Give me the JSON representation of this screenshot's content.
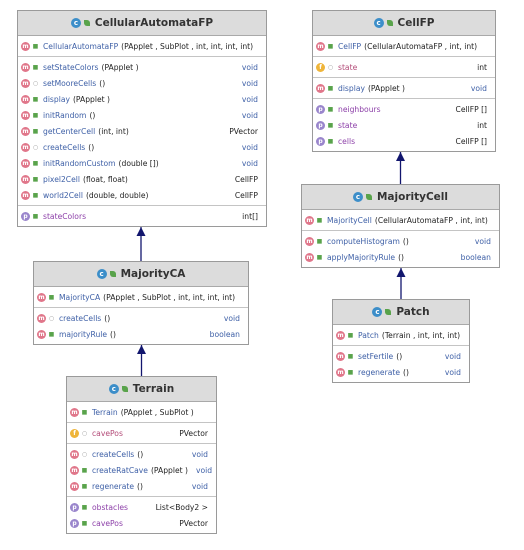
{
  "diagram": {
    "classes": [
      {
        "id": "CellularAutomataFP",
        "name": "CellularAutomataFP",
        "sections": [
          [
            {
              "kind": "m",
              "vis": "public",
              "name": "CellularAutomataFP",
              "params": "(PApplet , SubPlot , int, int, int, int)",
              "type": ""
            }
          ],
          [
            {
              "kind": "m",
              "vis": "public",
              "name": "setStateColors",
              "params": "(PApplet )",
              "type": "void"
            },
            {
              "kind": "m",
              "vis": "package",
              "name": "setMooreCells",
              "params": "()",
              "type": "void"
            },
            {
              "kind": "m",
              "vis": "public",
              "name": "display",
              "params": "(PApplet )",
              "type": "void"
            },
            {
              "kind": "m",
              "vis": "public",
              "name": "initRandom",
              "params": "()",
              "type": "void"
            },
            {
              "kind": "m",
              "vis": "public",
              "name": "getCenterCell",
              "params": "(int, int)",
              "type": "PVector"
            },
            {
              "kind": "m",
              "vis": "package",
              "name": "createCells",
              "params": "()",
              "type": "void"
            },
            {
              "kind": "m",
              "vis": "public",
              "name": "initRandomCustom",
              "params": "(double [])",
              "type": "void"
            },
            {
              "kind": "m",
              "vis": "public",
              "name": "pixel2Cell",
              "params": "(float, float)",
              "type": "CellFP"
            },
            {
              "kind": "m",
              "vis": "public",
              "name": "world2Cell",
              "params": "(double, double)",
              "type": "CellFP"
            }
          ],
          [
            {
              "kind": "p",
              "vis": "public",
              "name": "stateColors",
              "params": "",
              "type": "int[]"
            }
          ]
        ]
      },
      {
        "id": "CellFP",
        "name": "CellFP",
        "sections": [
          [
            {
              "kind": "m",
              "vis": "public",
              "name": "CellFP",
              "params": "(CellularAutomataFP , int, int)",
              "type": ""
            }
          ],
          [
            {
              "kind": "f",
              "vis": "package",
              "name": "state",
              "params": "",
              "type": "int"
            }
          ],
          [
            {
              "kind": "m",
              "vis": "public",
              "name": "display",
              "params": "(PApplet )",
              "type": "void"
            }
          ],
          [
            {
              "kind": "p",
              "vis": "public",
              "name": "neighbours",
              "params": "",
              "type": "CellFP []"
            },
            {
              "kind": "p",
              "vis": "public",
              "name": "state",
              "params": "",
              "type": "int"
            },
            {
              "kind": "p",
              "vis": "public",
              "name": "cells",
              "params": "",
              "type": "CellFP []"
            }
          ]
        ]
      },
      {
        "id": "MajorityCell",
        "name": "MajorityCell",
        "sections": [
          [
            {
              "kind": "m",
              "vis": "public",
              "name": "MajorityCell",
              "params": "(CellularAutomataFP , int, int)",
              "type": ""
            }
          ],
          [
            {
              "kind": "m",
              "vis": "public",
              "name": "computeHistogram",
              "params": "()",
              "type": "void"
            },
            {
              "kind": "m",
              "vis": "public",
              "name": "applyMajorityRule",
              "params": "()",
              "type": "boolean"
            }
          ]
        ]
      },
      {
        "id": "MajorityCA",
        "name": "MajorityCA",
        "sections": [
          [
            {
              "kind": "m",
              "vis": "public",
              "name": "MajorityCA",
              "params": "(PApplet , SubPlot , int, int, int, int)",
              "type": ""
            }
          ],
          [
            {
              "kind": "m",
              "vis": "package",
              "name": "createCells",
              "params": "()",
              "type": "void"
            },
            {
              "kind": "m",
              "vis": "public",
              "name": "majorityRule",
              "params": "()",
              "type": "boolean"
            }
          ]
        ]
      },
      {
        "id": "Patch",
        "name": "Patch",
        "sections": [
          [
            {
              "kind": "m",
              "vis": "public",
              "name": "Patch",
              "params": "(Terrain , int, int, int)",
              "type": ""
            }
          ],
          [
            {
              "kind": "m",
              "vis": "public",
              "name": "setFertile",
              "params": "()",
              "type": "void"
            },
            {
              "kind": "m",
              "vis": "public",
              "name": "regenerate",
              "params": "()",
              "type": "void"
            }
          ]
        ]
      },
      {
        "id": "Terrain",
        "name": "Terrain",
        "sections": [
          [
            {
              "kind": "m",
              "vis": "public",
              "name": "Terrain",
              "params": "(PApplet , SubPlot )",
              "type": ""
            }
          ],
          [
            {
              "kind": "f",
              "vis": "package",
              "name": "cavePos",
              "params": "",
              "type": "PVector"
            }
          ],
          [
            {
              "kind": "m",
              "vis": "package",
              "name": "createCells",
              "params": "()",
              "type": "void"
            },
            {
              "kind": "m",
              "vis": "public",
              "name": "createRatCave",
              "params": "(PApplet )",
              "type": "void"
            },
            {
              "kind": "m",
              "vis": "public",
              "name": "regenerate",
              "params": "()",
              "type": "void"
            }
          ],
          [
            {
              "kind": "p",
              "vis": "public",
              "name": "obstacles",
              "params": "",
              "type": "List<Body2 >"
            },
            {
              "kind": "p",
              "vis": "public",
              "name": "cavePos",
              "params": "",
              "type": "PVector"
            }
          ]
        ]
      }
    ],
    "relations": [
      {
        "from": "MajorityCA",
        "to": "CellularAutomataFP",
        "kind": "extends"
      },
      {
        "from": "Terrain",
        "to": "MajorityCA",
        "kind": "extends"
      },
      {
        "from": "MajorityCell",
        "to": "CellFP",
        "kind": "extends"
      },
      {
        "from": "Patch",
        "to": "MajorityCell",
        "kind": "extends"
      }
    ],
    "colors": {
      "edge": "#12166e",
      "header_bg": "#dcdcdc",
      "class_icon": "#3c8ec9",
      "method_badge": "#e0768a",
      "field_badge": "#efb53a",
      "property_badge": "#9a86cc",
      "method_name": "#3d5fa6",
      "property_name": "#8c3fa8"
    },
    "icons": {
      "class": "class-c-icon",
      "method": "method-m-icon",
      "field": "field-f-icon",
      "property": "property-p-icon"
    }
  }
}
